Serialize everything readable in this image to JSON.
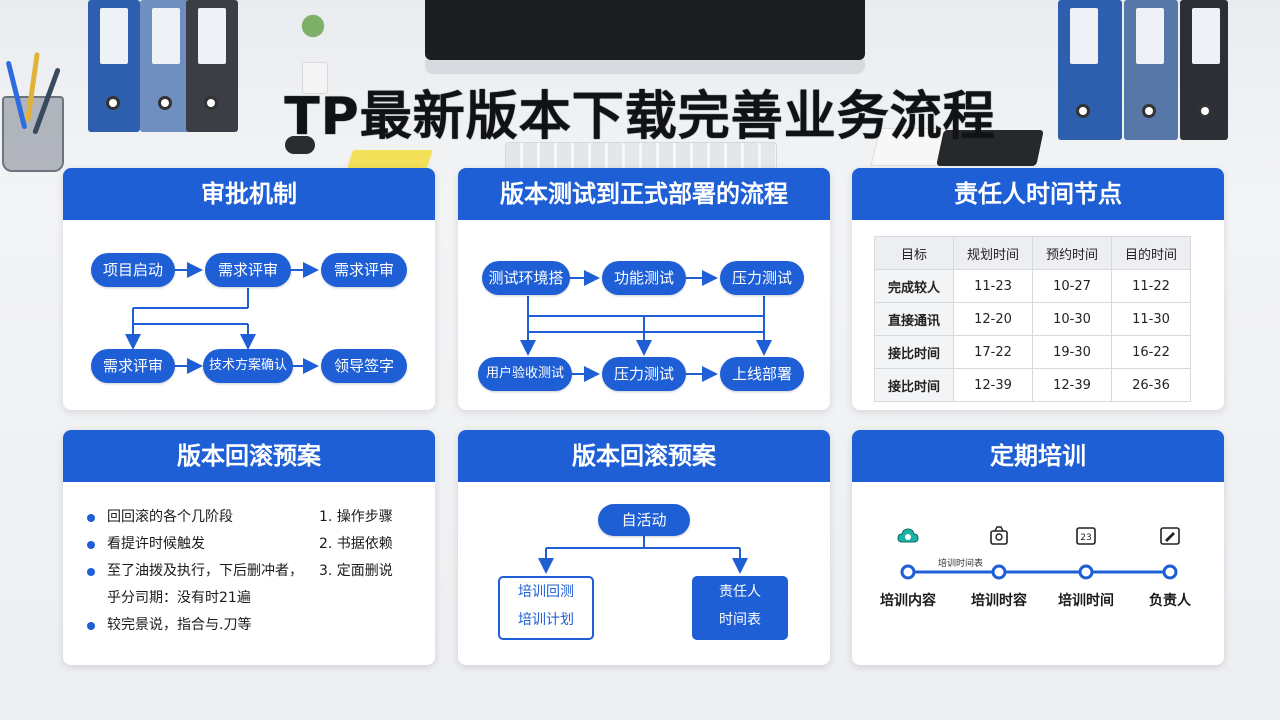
{
  "title": "TP最新版本下载完善业务流程",
  "colors": {
    "accent": "#1f5fd6",
    "teal": "#19b3a6",
    "text": "#1b1b1b"
  },
  "panels": {
    "approval": {
      "title": "审批机制",
      "nodes": [
        "项目启动",
        "需求评审",
        "需求评审",
        "需求评审",
        "技术方案确认",
        "领导签字"
      ]
    },
    "deploy": {
      "title": "版本测试到正式部署的流程",
      "nodes": [
        "测试环境搭",
        "功能测试",
        "压力测试",
        "用户验收测试",
        "压力测试",
        "上线部署"
      ]
    },
    "schedule": {
      "title": "责任人时间节点",
      "headers": [
        "目标",
        "规划时间",
        "预约时间",
        "目的时间"
      ],
      "rows": [
        [
          "完成较人",
          "11-23",
          "10-27",
          "11-22"
        ],
        [
          "直接通讯",
          "12-20",
          "10-30",
          "11-30"
        ],
        [
          "接比时间",
          "17-22",
          "19-30",
          "16-22"
        ],
        [
          "接比时间",
          "12-39",
          "12-39",
          "26-36"
        ]
      ]
    },
    "rollback_a": {
      "title": "版本回滚预案",
      "items": [
        {
          "left": "回回滚的各个几阶段",
          "right": "1. 操作步骤"
        },
        {
          "left": "看提许时候触发",
          "right": "2. 书据依赖"
        },
        {
          "left": "至了油拨及执行，下后删冲者，",
          "right": "3. 定面删说"
        },
        {
          "left": "乎分司期：没有时21遍",
          "right": ""
        },
        {
          "left": "较完景说，指合与.刀等",
          "right": ""
        }
      ]
    },
    "rollback_b": {
      "title": "版本回滚预案",
      "start": "自活动",
      "left_box": [
        "培训回测",
        "培训计划"
      ],
      "right_box": [
        "责任人",
        "时间表"
      ]
    },
    "training": {
      "title": "定期培训",
      "note": "培训时间表",
      "steps": [
        {
          "label": "培训内容",
          "icon": "cloud-icon"
        },
        {
          "label": "培训时容",
          "icon": "document-icon"
        },
        {
          "label": "培训时间",
          "icon": "calendar-icon"
        },
        {
          "label": "负责人",
          "icon": "edit-icon"
        }
      ]
    }
  }
}
